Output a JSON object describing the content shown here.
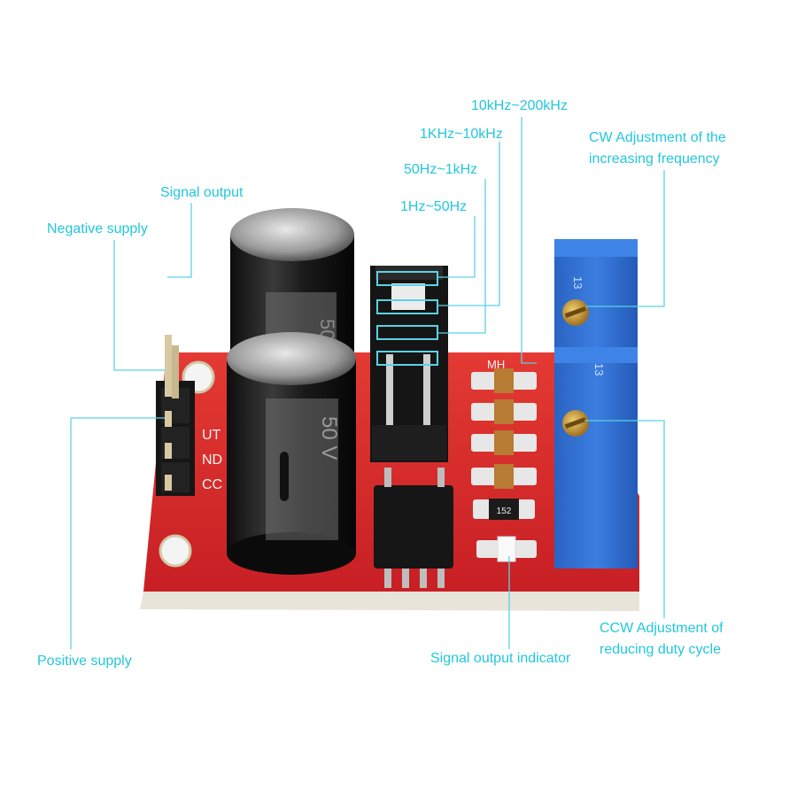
{
  "labels": {
    "range_4": "10kHz~200kHz",
    "range_3": "1KHz~10kHz",
    "range_2": "50Hz~1kHz",
    "range_1": "1Hz~50Hz",
    "cw_line1": "CW Adjustment of the",
    "cw_line2": "increasing frequency",
    "signal_output": "Signal output",
    "negative_supply": "Negative supply",
    "positive_supply": "Positive supply",
    "signal_output_indicator": "Signal output indicator",
    "ccw_line1": "CCW Adjustment of",
    "ccw_line2": "reducing duty cycle"
  },
  "board_silkscreen": {
    "pins": [
      "UT",
      "ND",
      "CC"
    ],
    "capacitor_marking": "50 V",
    "resistor_code": "152",
    "pot_marking": "13",
    "logo": "MH"
  },
  "colors": {
    "label_text": "#23c7dc",
    "leader_line": "#5ad2e6",
    "pcb": "#d8252a",
    "potentiometer": "#2f6fd0",
    "capacitor": "#1c1c1c"
  }
}
